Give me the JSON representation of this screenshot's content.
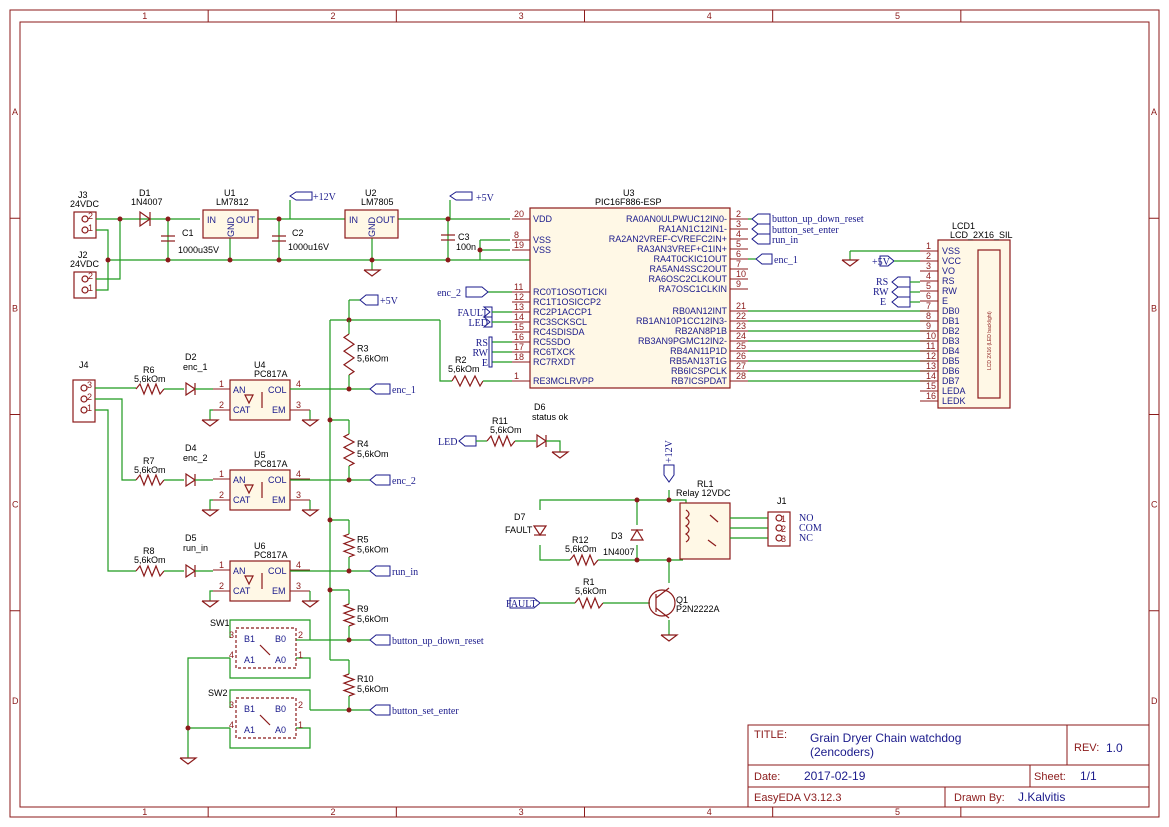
{
  "grid": {
    "cols": [
      "1",
      "2",
      "3",
      "4",
      "5"
    ],
    "rows": [
      "A",
      "B",
      "C",
      "D"
    ]
  },
  "titleblock": {
    "title_label": "TITLE:",
    "title": "Grain Dryer Chain watchdog",
    "title2": "(2encoders)",
    "rev_label": "REV:",
    "rev": "1.0",
    "date_label": "Date:",
    "date": "2017-02-19",
    "sheet_label": "Sheet:",
    "sheet": "1/1",
    "tool": "EasyEDA V3.12.3",
    "drawn_label": "Drawn By:",
    "drawn": "J.Kalvitis"
  },
  "labels": {
    "J3": "J3",
    "J3v": "24VDC",
    "J2": "J2",
    "J2v": "24VDC",
    "D1": "D1",
    "D1v": "1N4007",
    "U1": "U1",
    "U1v": "LM7812",
    "U2": "U2",
    "U2v": "LM7805",
    "C1": "C1",
    "C1v": "1000u35V",
    "C2": "C2",
    "C2v": "1000u16V",
    "C3": "C3",
    "C3v": "100n",
    "p12": "+12V",
    "p5": "+5V",
    "U3": "U3",
    "U3v": "PIC16F886-ESP",
    "LCD": "LCD1",
    "LCDv": "LCD_2X16_SIL",
    "LCDbody": "LCD 2X16 (LED backlight)",
    "J4": "J4",
    "R6": "R6",
    "R6v": "5,6kOm",
    "D2": "D2",
    "D2v": "enc_1",
    "U4": "U4",
    "U4v": "PC817A",
    "R7": "R7",
    "R7v": "5,6kOm",
    "D4": "D4",
    "D4v": "enc_2",
    "U5": "U5",
    "U5v": "PC817A",
    "R8": "R8",
    "R8v": "5,6kOm",
    "D5": "D5",
    "D5v": "run_in",
    "U6": "U6",
    "U6v": "PC817A",
    "R3": "R3",
    "R3v": "5,6kOm",
    "R4": "R4",
    "R4v": "5,6kOm",
    "R5": "R5",
    "R5v": "5,6kOm",
    "R9": "R9",
    "R9v": "5,6kOm",
    "R10": "R10",
    "R10v": "5,6kOm",
    "R2": "R2",
    "R2v": "5,6kOm",
    "R11": "R11",
    "R11v": "5,6kOm",
    "D6": "D6",
    "D6v": "status ok",
    "SW1": "SW1",
    "SW2": "SW2",
    "D7": "D7",
    "D7v": "FAULT",
    "R12": "R12",
    "R12v": "5,6kOm",
    "D3": "D3",
    "D3v": "1N4007",
    "RL1": "RL1",
    "RL1v": "Relay 12VDC",
    "J1": "J1",
    "R1": "R1",
    "R1v": "5,6kOm",
    "Q1": "Q1",
    "Q1v": "P2N2222A",
    "NO": "NO",
    "COM": "COM",
    "NC": "NC",
    "IN": "IN",
    "OUT": "OUT",
    "GND": "GND",
    "AN": "AN",
    "CAT": "CAT",
    "COL": "COL",
    "EM": "EM",
    "B1": "B1",
    "B0": "B0",
    "A1": "A1",
    "A0": "A0"
  },
  "nets": {
    "enc_1": "enc_1",
    "enc_2": "enc_2",
    "run_in": "run_in",
    "button_up_down_reset": "button_up_down_reset",
    "button_set_enter": "button_set_enter",
    "FAULT": "FAULT",
    "LED": "LED",
    "RS": "RS",
    "RW": "RW",
    "E": "E",
    "p5": "+5V",
    "p12": "+12V"
  },
  "u3_left": [
    {
      "n": "20",
      "name": "VDD"
    },
    {
      "n": "8",
      "name": "VSS"
    },
    {
      "n": "19",
      "name": "VSS"
    },
    {
      "n": "11",
      "name": "RC0T1OSOT1CKI"
    },
    {
      "n": "12",
      "name": "RC1T1OSICCP2"
    },
    {
      "n": "13",
      "name": "RC2P1ACCP1"
    },
    {
      "n": "14",
      "name": "RC3SCKSCL"
    },
    {
      "n": "15",
      "name": "RC4SDISDA"
    },
    {
      "n": "16",
      "name": "RC5SDO"
    },
    {
      "n": "17",
      "name": "RC6TXCK"
    },
    {
      "n": "18",
      "name": "RC7RXDT"
    },
    {
      "n": "1",
      "name": "RE3MCLRVPP"
    }
  ],
  "u3_right": [
    {
      "n": "2",
      "name": "RA0AN0ULPWUC12IN0-"
    },
    {
      "n": "3",
      "name": "RA1AN1C12IN1-"
    },
    {
      "n": "4",
      "name": "RA2AN2VREF-CVREFC2IN+"
    },
    {
      "n": "5",
      "name": "RA3AN3VREF+C1IN+"
    },
    {
      "n": "6",
      "name": "RA4T0CKIC1OUT"
    },
    {
      "n": "7",
      "name": "RA5AN4SSC2OUT"
    },
    {
      "n": "10",
      "name": "RA6OSC2CLKOUT"
    },
    {
      "n": "9",
      "name": "RA7OSC1CLKIN"
    },
    {
      "n": "21",
      "name": "RB0AN12INT"
    },
    {
      "n": "22",
      "name": "RB1AN10P1CC12IN3-"
    },
    {
      "n": "23",
      "name": "RB2AN8P1B"
    },
    {
      "n": "24",
      "name": "RB3AN9PGMC12IN2-"
    },
    {
      "n": "25",
      "name": "RB4AN11P1D"
    },
    {
      "n": "26",
      "name": "RB5AN13T1G"
    },
    {
      "n": "27",
      "name": "RB6ICSPCLK"
    },
    {
      "n": "28",
      "name": "RB7ICSPDAT"
    }
  ],
  "lcd_pins": [
    {
      "n": "1",
      "name": "VSS"
    },
    {
      "n": "2",
      "name": "VCC"
    },
    {
      "n": "3",
      "name": "VO"
    },
    {
      "n": "4",
      "name": "RS"
    },
    {
      "n": "5",
      "name": "RW"
    },
    {
      "n": "6",
      "name": "E"
    },
    {
      "n": "7",
      "name": "DB0"
    },
    {
      "n": "8",
      "name": "DB1"
    },
    {
      "n": "9",
      "name": "DB2"
    },
    {
      "n": "10",
      "name": "DB3"
    },
    {
      "n": "11",
      "name": "DB4"
    },
    {
      "n": "12",
      "name": "DB5"
    },
    {
      "n": "13",
      "name": "DB6"
    },
    {
      "n": "14",
      "name": "DB7"
    },
    {
      "n": "15",
      "name": "LEDA"
    },
    {
      "n": "16",
      "name": "LEDK"
    }
  ],
  "pinnums": {
    "j_1": "1",
    "j_2": "2",
    "j_3": "3",
    "p4": "4"
  }
}
